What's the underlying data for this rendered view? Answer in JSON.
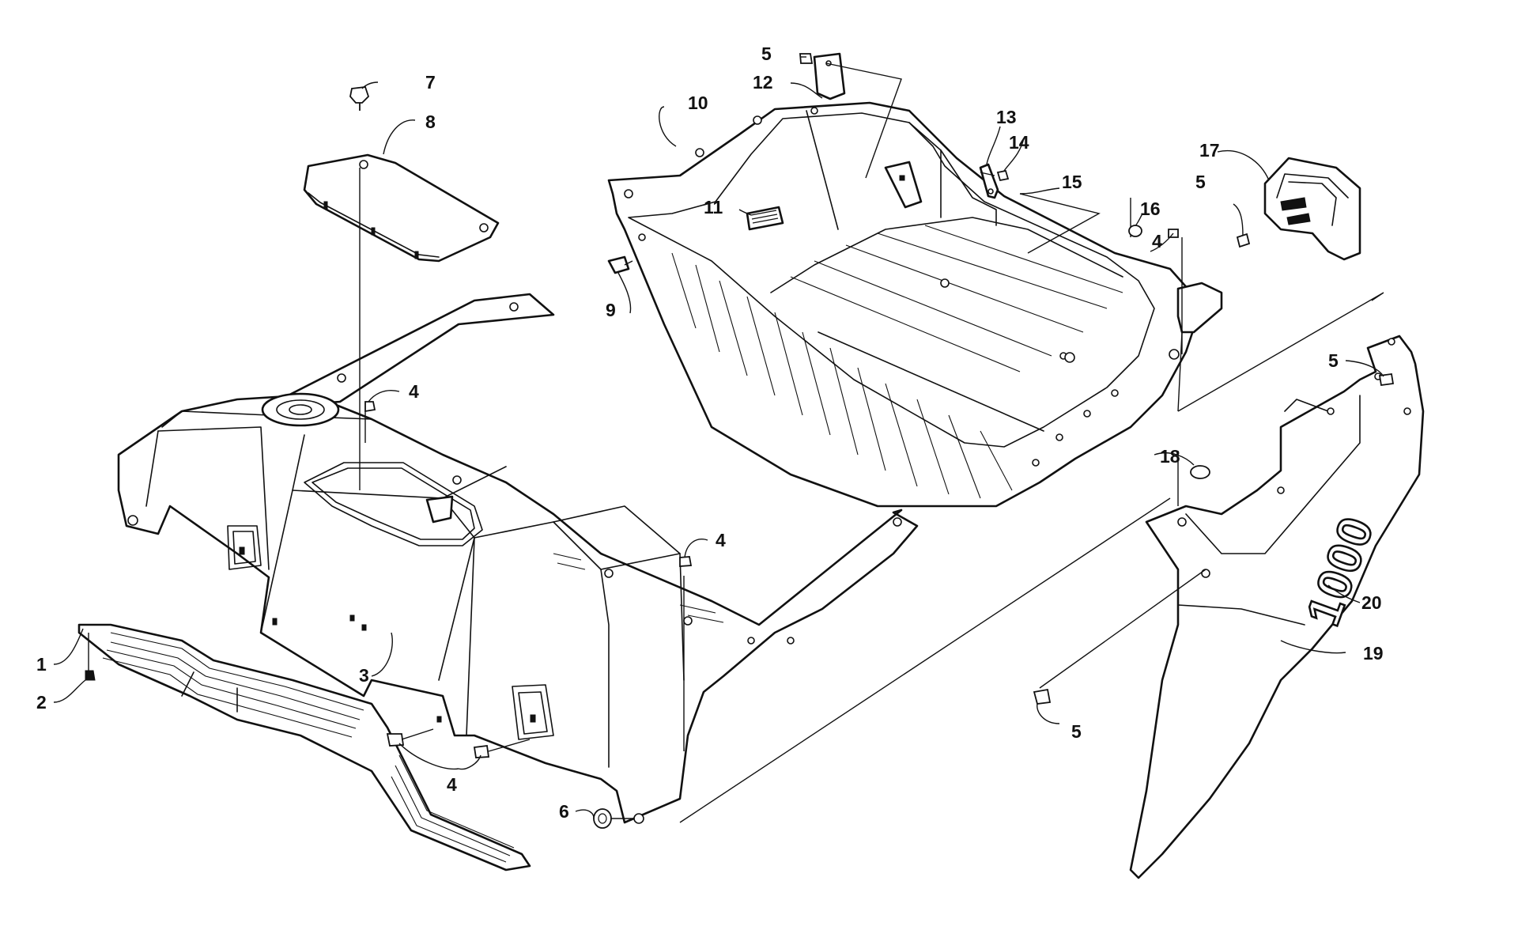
{
  "callouts": [
    {
      "id": "c1",
      "text": "1"
    },
    {
      "id": "c2",
      "text": "2"
    },
    {
      "id": "c3",
      "text": "3"
    },
    {
      "id": "c4a",
      "text": "4"
    },
    {
      "id": "c4b",
      "text": "4"
    },
    {
      "id": "c4c",
      "text": "4"
    },
    {
      "id": "c4d",
      "text": "4"
    },
    {
      "id": "c5a",
      "text": "5"
    },
    {
      "id": "c5b",
      "text": "5"
    },
    {
      "id": "c5c",
      "text": "5"
    },
    {
      "id": "c5d",
      "text": "5"
    },
    {
      "id": "c6",
      "text": "6"
    },
    {
      "id": "c7",
      "text": "7"
    },
    {
      "id": "c8",
      "text": "8"
    },
    {
      "id": "c9",
      "text": "9"
    },
    {
      "id": "c10",
      "text": "10"
    },
    {
      "id": "c11",
      "text": "11"
    },
    {
      "id": "c12",
      "text": "12"
    },
    {
      "id": "c13",
      "text": "13"
    },
    {
      "id": "c14",
      "text": "14"
    },
    {
      "id": "c15",
      "text": "15"
    },
    {
      "id": "c16",
      "text": "16"
    },
    {
      "id": "c17",
      "text": "17"
    },
    {
      "id": "c18",
      "text": "18"
    },
    {
      "id": "c19",
      "text": "19"
    },
    {
      "id": "c20",
      "text": "20"
    }
  ],
  "badge": {
    "text": "1000"
  }
}
